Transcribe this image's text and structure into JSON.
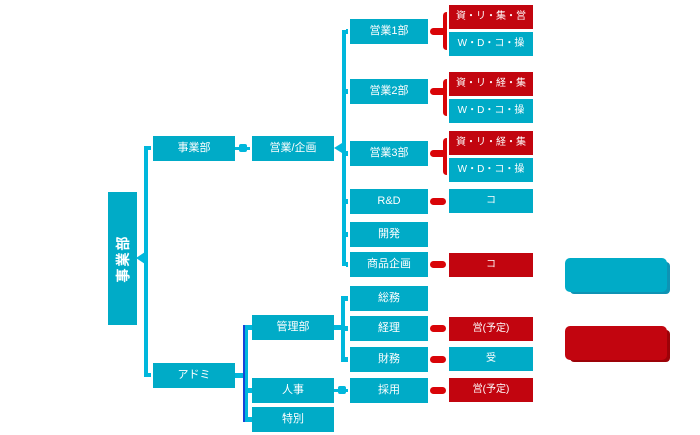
{
  "colors": {
    "node_cyan": "#00abc7",
    "node_red": "#c2050f",
    "connector_cyan": "#00b7dc",
    "connector_red": "#d90408",
    "bracket_edge_blue": "#1744d8",
    "text": "#ffffff"
  },
  "root": {
    "label": "事業部"
  },
  "level2": [
    {
      "label": "事業部"
    },
    {
      "label": "アドミ"
    }
  ],
  "level3": [
    {
      "label": "営業/企画"
    },
    {
      "label": "管理部"
    },
    {
      "label": "人事"
    },
    {
      "label": "特別"
    }
  ],
  "level4": [
    {
      "label": "営業1部"
    },
    {
      "label": "営業2部"
    },
    {
      "label": "営業3部"
    },
    {
      "label": "R&D"
    },
    {
      "label": "開発"
    },
    {
      "label": "商品企画"
    },
    {
      "label": "総務"
    },
    {
      "label": "経理"
    },
    {
      "label": "財務"
    },
    {
      "label": "採用"
    }
  ],
  "level5": [
    {
      "label": "資・リ・集・営",
      "color": "red"
    },
    {
      "label": "W・D・コ・操",
      "color": "cyan"
    },
    {
      "label": "資・リ・経・集",
      "color": "red"
    },
    {
      "label": "W・D・コ・操",
      "color": "cyan"
    },
    {
      "label": "資・リ・経・集",
      "color": "red"
    },
    {
      "label": "W・D・コ・操",
      "color": "cyan"
    },
    {
      "label": "コ",
      "color": "cyan"
    },
    {
      "label": "コ",
      "color": "red"
    },
    {
      "label": "営(予定)",
      "color": "red"
    },
    {
      "label": "受",
      "color": "cyan"
    },
    {
      "label": "営(予定)",
      "color": "red"
    }
  ],
  "legend": [
    {
      "label": "",
      "color": "cyan"
    },
    {
      "label": "",
      "color": "red"
    }
  ]
}
